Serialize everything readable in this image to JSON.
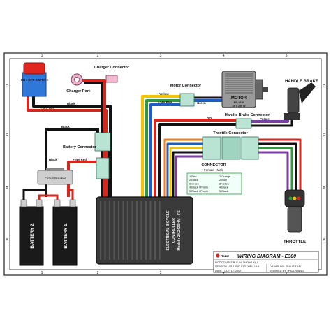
{
  "colors": {
    "red": "#d7261e",
    "black": "#111111",
    "yellow": "#f2c400",
    "orange": "#ef7d1a",
    "blue": "#1b5fc4",
    "green": "#2e9a3c",
    "purple": "#7b3fa0",
    "white": "#f4f4f4",
    "switch_red": "#e0261d",
    "switch_blue": "#2f78d8",
    "connector": "#b9e3d3",
    "bg": "#ffffff"
  },
  "grid": {
    "columns": [
      "1",
      "2",
      "3",
      "4",
      "5"
    ],
    "rows": [
      "D",
      "C",
      "B",
      "A"
    ]
  },
  "components": {
    "on_off_switch": "ON / OFF SWITCH",
    "charger_port": "Charger Port",
    "charger_connector": "Charger Connector",
    "motor_connector": "Motor Connector",
    "motor_title": "MOTOR",
    "motor_model": "MY-1016",
    "motor_spec": "24 V 250 W",
    "handle_brake": "HANDLE BRAKE",
    "handle_brake_connector": "Handle Brake Connector",
    "throttle_connector": "Throttle Connector",
    "battery_connector": "Battery Connector",
    "circuit_breaker": "Circuit Breaker",
    "battery1": "BATTERY 1",
    "battery2": "BATTERY 2",
    "controller_line1": "ELECTRICAL BICYCLE",
    "controller_line2": "CONTROLLER",
    "controller_line3": "Model : ZK2420HM - FS",
    "throttle": "THROTTLE"
  },
  "wire_labels": {
    "red_24v": "+24V Red",
    "red_24v_b": "+24V Red",
    "black": "Black",
    "black_b": "Black",
    "black_c": "Black",
    "yellow": "Yellow",
    "green": "Green",
    "blue_24v": "+24V Blue",
    "purple": "Purple",
    "red": "Red"
  },
  "connector_table": {
    "title": "CONNECTOR",
    "subtitle": "Female  -  Male",
    "left": [
      "1.Red",
      "2.Black",
      "3.Green",
      "4.Black / Purple",
      "5.Black / Purple"
    ],
    "right": [
      "1.Orange",
      "2.Blue",
      "3.Yellow",
      "4.Black",
      "5.Black"
    ]
  },
  "title_block": {
    "brand": "Razor",
    "title": "WIRING DIAGRAM - E300",
    "note": "NOT COMPATIBLE W/ ZHONG XIU",
    "version": "VERSION : V17 AND V13 THRU V18",
    "date": "DATE : OCT. 12, 2007",
    "drawn": "DRAWN BY : PHILIP TSAI",
    "checked": "VERIFIED BY : PAUL WANG"
  }
}
